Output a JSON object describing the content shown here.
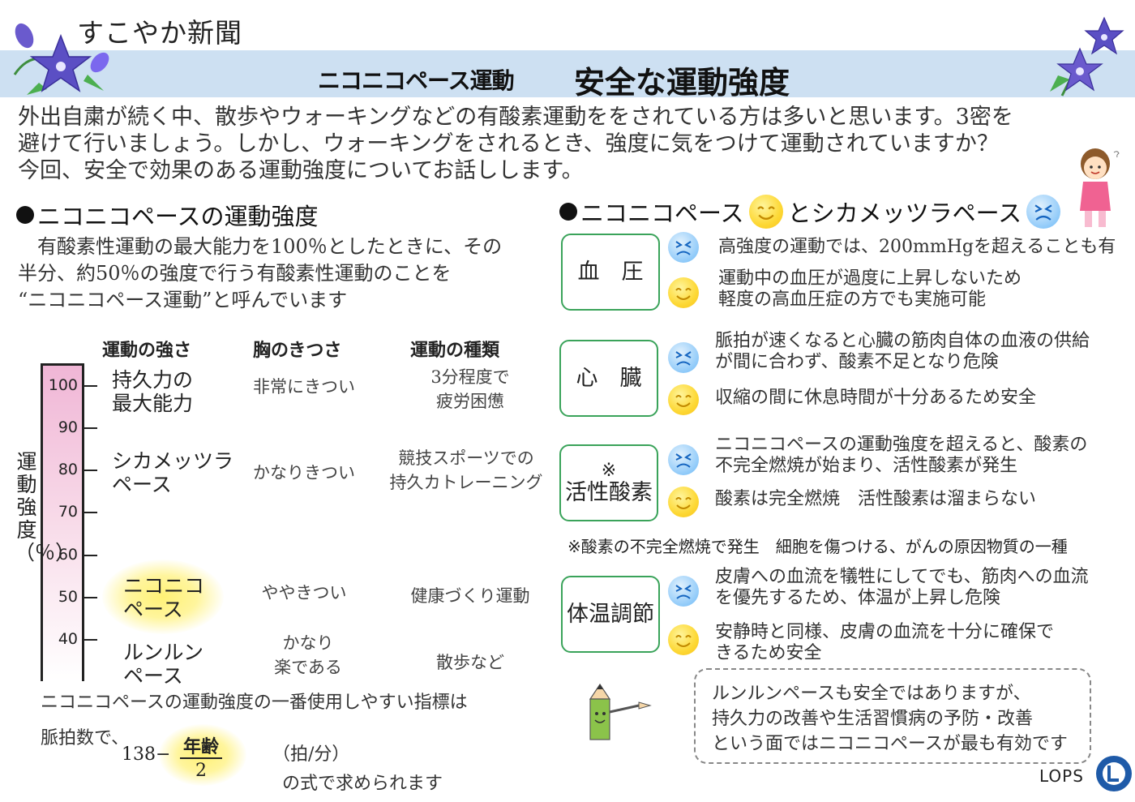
{
  "header": {
    "newspaper_name": "すこやか新聞",
    "title_left": "ニコニコペース運動",
    "title_right": "安全な運動強度",
    "band_color": "#cde0f2"
  },
  "intro": {
    "lines": [
      "外出自粛が続く中、散歩やウォーキングなどの有酸素運動ををされている方は多いと思います。3密を",
      "避けて行いましょう。しかし、ウォーキングをされるとき、強度に気をつけて運動されていますか？",
      "今回、安全で効果のある運動強度についてお話しします。"
    ]
  },
  "left": {
    "heading": "ニコニコペースの運動強度",
    "description": [
      "　有酸素性運動の最大能力を100％としたときに、その",
      "半分、約50％の強度で行う有酸素性運動のことを",
      "“ニコニコペース運動”と呼んでいます"
    ],
    "column_headers": [
      "運動の強さ",
      "胸のきつさ",
      "運動の種類"
    ],
    "y_axis_label": "運動強度（％）",
    "ticks": [
      "100",
      "90",
      "80",
      "70",
      "60",
      "50",
      "40"
    ],
    "rows": [
      {
        "pace": [
          "持久力の",
          "最大能力"
        ],
        "feeling": [
          "非常にきつい"
        ],
        "exercise": [
          "3分程度で",
          "疲労困憊"
        ]
      },
      {
        "pace": [
          "シカメッツラ",
          "ペース"
        ],
        "feeling": [
          "かなりきつい"
        ],
        "exercise": [
          "競技スポーツでの",
          "持久カトレーニング"
        ]
      },
      {
        "pace": [
          "ニコニコ",
          "ペース"
        ],
        "feeling": [
          "ややきつい"
        ],
        "exercise": [
          "健康づくり運動"
        ]
      },
      {
        "pace": [
          "ルンルン",
          "ペース"
        ],
        "feeling": [
          "かなり",
          "楽である"
        ],
        "exercise": [
          "散歩など"
        ]
      }
    ],
    "formula": {
      "intro": "ニコニコペースの運動強度の一番使用しやすい指標は",
      "lead": "脈拍数で、",
      "constant": "138−",
      "numerator": "年齢",
      "denominator": "2",
      "unit": "（拍/分）",
      "tail": "の式で求められます"
    }
  },
  "right": {
    "heading_a": "ニコニコペース",
    "heading_b": "とシカメッツラペース",
    "categories": [
      {
        "label": [
          "血　圧"
        ],
        "strain": [
          "高強度の運動では、200mmHgを超えることも有"
        ],
        "smile": [
          "運動中の血圧が過度に上昇しないため",
          "軽度の高血圧症の方でも実施可能"
        ]
      },
      {
        "label": [
          "心　臓"
        ],
        "strain": [
          "脈拍が速くなると心臓の筋肉自体の血液の供給",
          "が間に合わず、酸素不足となり危険"
        ],
        "smile": [
          "収縮の間に休息時間が十分あるため安全"
        ]
      },
      {
        "label": [
          "※",
          "活性酸素"
        ],
        "strain": [
          "ニコニコペースの運動強度を超えると、酸素の",
          "不完全燃焼が始まり、活性酸素が発生"
        ],
        "smile": [
          "酸素は完全燃焼　活性酸素は溜まらない"
        ]
      },
      {
        "label": [
          "体温調節"
        ],
        "strain": [
          "皮膚への血流を犠牲にしてでも、筋肉への血流",
          "を優先するため、体温が上昇し危険"
        ],
        "smile": [
          "安静時と同様、皮膚の血流を十分に確保で",
          "きるため安全"
        ]
      }
    ],
    "footnote": "※酸素の不完全燃焼で発生　細胞を傷つける、がんの原因物質の一種",
    "note": [
      "ルンルンペースも安全ではありますが、",
      "持久力の改善や生活習慣病の予防・改善",
      "という面ではニコニコペースが最も有効です"
    ]
  },
  "footer": {
    "brand": "LOPS"
  },
  "colors": {
    "box_border": "#3aa35a",
    "smile_face": "#fdd835",
    "strain_face": "#90caf9",
    "bar_top": "#f0b6d6"
  },
  "icons": [
    "bellflower-icon",
    "smile-face-icon",
    "strain-face-icon",
    "woman-walking-illustration",
    "pencil-mascot-illustration",
    "lops-logo-icon"
  ]
}
